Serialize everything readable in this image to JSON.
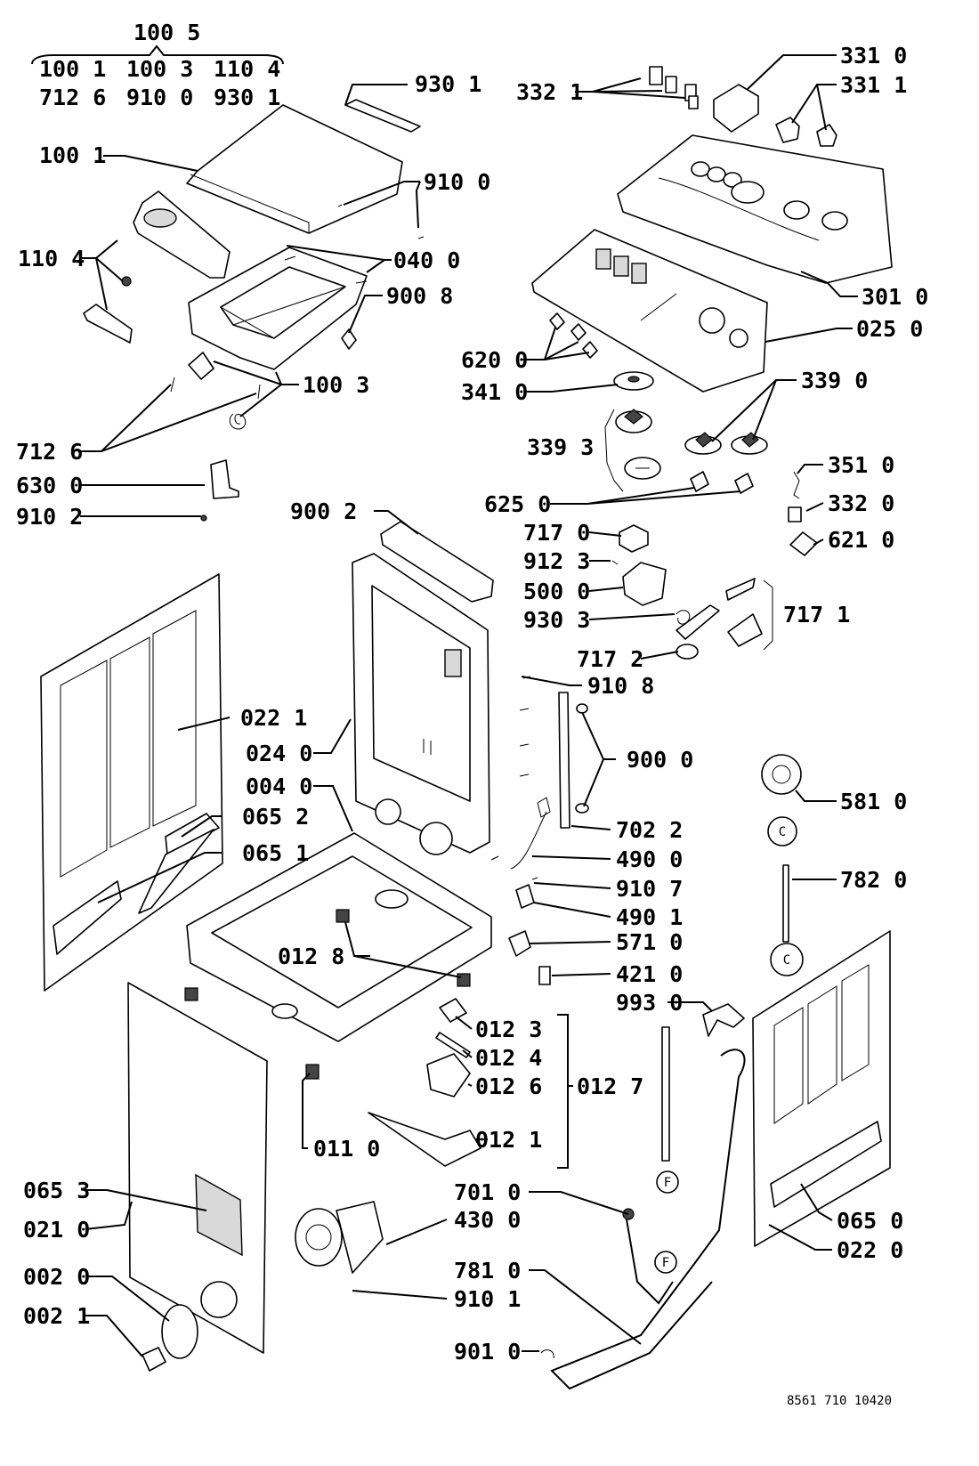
{
  "labels": {
    "g1005": "100 5",
    "g1001": "100 1",
    "g1003": "100 3",
    "g1104": "110 4",
    "g7126": "712 6",
    "g9100": "910 0",
    "g9301": "930 1",
    "t9301": "930 1",
    "t1001": "100 1",
    "t9100": "910 0",
    "t1104": "110 4",
    "t0400": "040 0",
    "t9008": "900 8",
    "t1003": "100 3",
    "t7126": "712 6",
    "t6300": "630 0",
    "t9102": "910 2",
    "t3321": "332 1",
    "t3310": "331 0",
    "t3311": "331 1",
    "t3010": "301 0",
    "t0250": "025 0",
    "t6200": "620 0",
    "t3410": "341 0",
    "t3390": "339 0",
    "t3393": "339 3",
    "t6250": "625 0",
    "t3510": "351 0",
    "t3320": "332 0",
    "t6210": "621 0",
    "t7170": "717 0",
    "t9123": "912 3",
    "t5000": "500 0",
    "t9303": "930 3",
    "t7171": "717 1",
    "t7172": "717 2",
    "t9002": "900 2",
    "t9108": "910 8",
    "t0221": "022 1",
    "t0240": "024 0",
    "t9000": "900 0",
    "t0040": "004 0",
    "t0652": "065 2",
    "t0651": "065 1",
    "t5810": "581 0",
    "t7022": "702 2",
    "t4900": "490 0",
    "t9107": "910 7",
    "t7820": "782 0",
    "t4901": "490 1",
    "t0128": "012 8",
    "t5710": "571 0",
    "t4210": "421 0",
    "t9930": "993 0",
    "t0123": "012 3",
    "t0124": "012 4",
    "t0126": "012 6",
    "t0127": "012 7",
    "t0110": "011 0",
    "t0121": "012 1",
    "t0653": "065 3",
    "t0210": "021 0",
    "t7010": "701 0",
    "t4300": "430 0",
    "t0650": "065 0",
    "t0220": "022 0",
    "t0020": "002 0",
    "t7810": "781 0",
    "t9101": "910 1",
    "t0021": "002 1",
    "t9010": "901 0"
  },
  "connector_markers": {
    "c": "C",
    "f": "F"
  },
  "drawing_number": "8561 710 10420"
}
